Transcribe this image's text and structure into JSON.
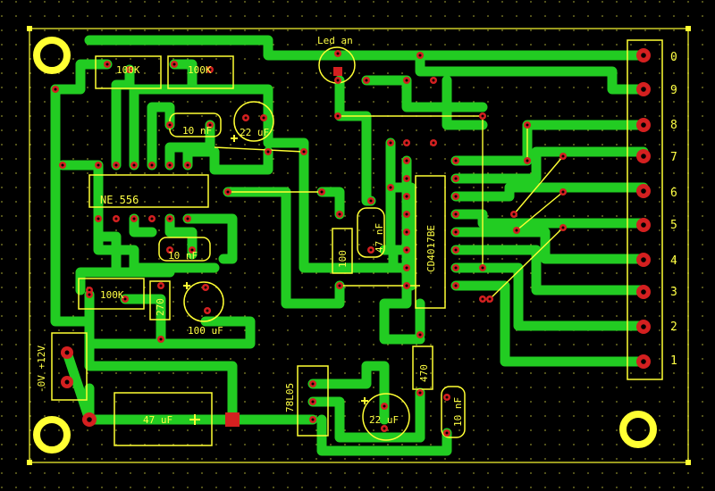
{
  "board": {
    "background": "#000000",
    "trace_color": "#22cc22",
    "pad_color": "#d42020",
    "silkscreen_color": "#ffff33",
    "grid_dot_color": "#8a8a2a"
  },
  "labels": {
    "res_100k_a": "100K",
    "res_100k_b": "100K",
    "res_100k_c": "100K",
    "cap_10nf_a": "10 nF",
    "cap_22uf_a": "22 uF",
    "chip_ne556": "NE 556",
    "cap_10nf_b": "10 nF",
    "res_270": "270",
    "cap_100uf": "100 uF",
    "res_100": "100",
    "cap_47nf": "47 nF",
    "chip_cd4017": "CD4017BE",
    "led_label": "Led an",
    "power_label": "-0V  +12V",
    "cap_47uf": "47 uF",
    "reg_7805": "78L05",
    "cap_22uf_b": "22 uF",
    "res_470": "470",
    "cap_10nf_c": "10 nF"
  },
  "connector_labels": [
    "0",
    "9",
    "8",
    "7",
    "6",
    "5",
    "4",
    "3",
    "2",
    "1"
  ]
}
